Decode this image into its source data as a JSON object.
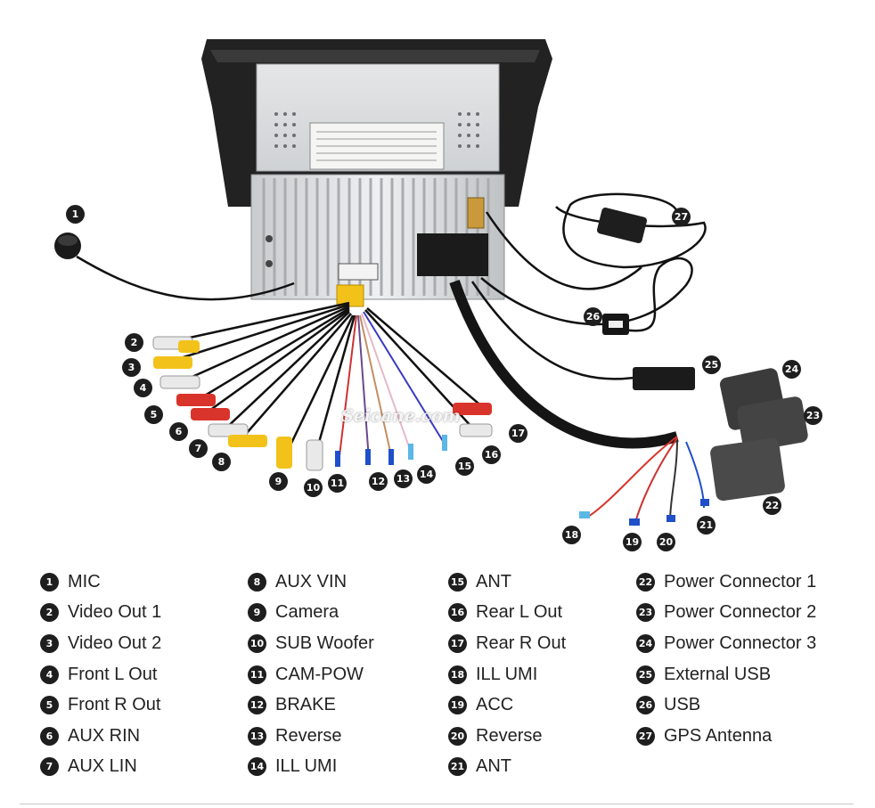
{
  "watermark": "Seicane.com",
  "colors": {
    "callout_bg": "#1e1e1e",
    "cable_black": "#111111",
    "rca_red": "#d9342b",
    "rca_yellow": "#f2c21a",
    "rca_white": "#e9e9e9"
  },
  "callouts": [
    "1",
    "2",
    "3",
    "4",
    "5",
    "6",
    "7",
    "8",
    "9",
    "10",
    "11",
    "12",
    "13",
    "14",
    "15",
    "16",
    "17",
    "18",
    "19",
    "20",
    "21",
    "22",
    "23",
    "24",
    "25",
    "26",
    "27"
  ],
  "legend": [
    [
      {
        "num": "1",
        "label": "MIC"
      },
      {
        "num": "2",
        "label": "Video Out 1"
      },
      {
        "num": "3",
        "label": "Video Out 2"
      },
      {
        "num": "4",
        "label": "Front L Out"
      },
      {
        "num": "5",
        "label": "Front R Out"
      },
      {
        "num": "6",
        "label": "AUX RIN"
      },
      {
        "num": "7",
        "label": "AUX LIN"
      }
    ],
    [
      {
        "num": "8",
        "label": "AUX VIN"
      },
      {
        "num": "9",
        "label": "Camera"
      },
      {
        "num": "10",
        "label": "SUB Woofer"
      },
      {
        "num": "11",
        "label": "CAM-POW"
      },
      {
        "num": "12",
        "label": "BRAKE"
      },
      {
        "num": "13",
        "label": "Reverse"
      },
      {
        "num": "14",
        "label": "ILL UMI"
      }
    ],
    [
      {
        "num": "15",
        "label": "ANT"
      },
      {
        "num": "16",
        "label": "Rear L Out"
      },
      {
        "num": "17",
        "label": "Rear R Out"
      },
      {
        "num": "18",
        "label": "ILL UMI"
      },
      {
        "num": "19",
        "label": "ACC"
      },
      {
        "num": "20",
        "label": "Reverse"
      },
      {
        "num": "21",
        "label": "ANT"
      }
    ],
    [
      {
        "num": "22",
        "label": "Power Connector 1"
      },
      {
        "num": "23",
        "label": "Power Connector 2"
      },
      {
        "num": "24",
        "label": "Power Connector 3"
      },
      {
        "num": "25",
        "label": "External USB"
      },
      {
        "num": "26",
        "label": "USB"
      },
      {
        "num": "27",
        "label": "GPS Antenna"
      }
    ]
  ]
}
